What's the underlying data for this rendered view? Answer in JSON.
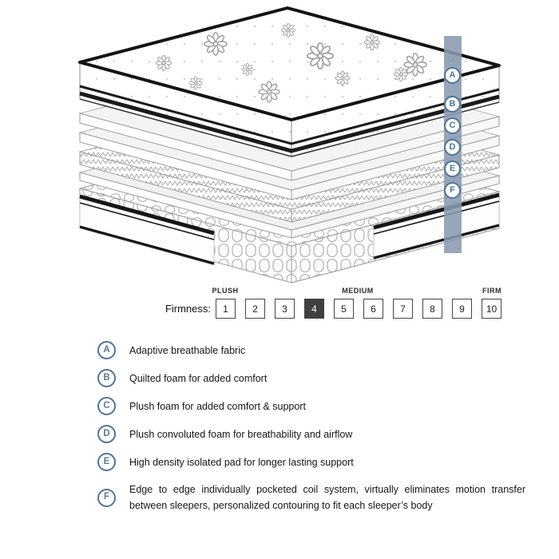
{
  "diagram": {
    "layers": [
      {
        "letter": "A",
        "description": "Adaptive breathable fabric"
      },
      {
        "letter": "B",
        "description": "Quilted foam for added comfort"
      },
      {
        "letter": "C",
        "description": "Plush foam for added comfort & support"
      },
      {
        "letter": "D",
        "description": "Plush convoluted foam for breathability and airflow"
      },
      {
        "letter": "E",
        "description": "High density isolated pad for longer lasting support"
      },
      {
        "letter": "F",
        "description": "Edge to edge individually pocketed coil system, virtually eliminates motion transfer between sleepers, personalized contouring to fit each sleeper’s body"
      }
    ]
  },
  "firmness": {
    "label": "Firmness:",
    "scale_labels": {
      "plush": "PLUSH",
      "medium": "MEDIUM",
      "firm": "FIRM"
    },
    "boxes": [
      "1",
      "2",
      "3",
      "4",
      "5",
      "6",
      "7",
      "8",
      "9",
      "10"
    ],
    "selected_value": "4"
  },
  "colors": {
    "accent_slate": "#4f759a",
    "indicator_bar": "#8a9ab0",
    "selected_box_bg": "#3f3f3f",
    "piping_black": "#161616",
    "text": "#151515"
  }
}
